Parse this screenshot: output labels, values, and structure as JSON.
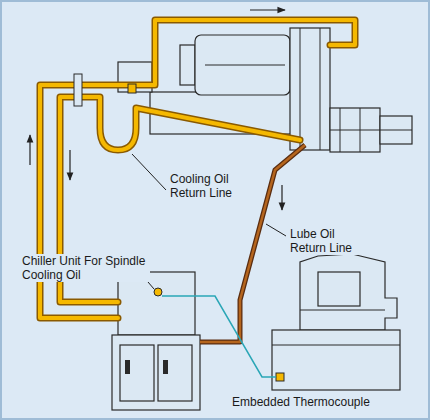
{
  "diagram": {
    "labels": [
      "Cooling Oil Return Line",
      "Lube Oil Return Line",
      "Chiller Unit For Spindle Cooling Oil",
      "Embedded Thermocouple"
    ]
  }
}
